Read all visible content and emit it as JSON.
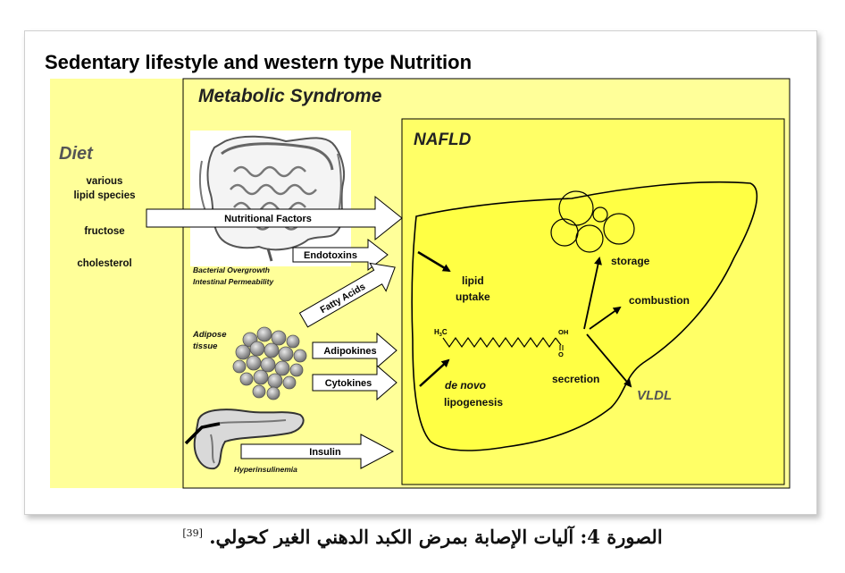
{
  "title": "Sedentary lifestyle and western type Nutrition",
  "metabolic_syndrome": "Metabolic Syndrome",
  "nafld": "NAFLD",
  "diet": {
    "heading": "Diet",
    "item1_line1": "various",
    "item1_line2": "lipid species",
    "item2": "fructose",
    "item3": "cholesterol"
  },
  "arrows": {
    "nutritional_factors": "Nutritional Factors",
    "endotoxins": "Endotoxins",
    "fatty_acids": "Fatty Acids",
    "adipokines": "Adipokines",
    "cytokines": "Cytokines",
    "insulin": "Insulin"
  },
  "labels": {
    "bacterial_line1": "Bacterial Overgrowth",
    "bacterial_line2": "Intestinal Permeability",
    "adipose_line1": "Adipose",
    "adipose_line2": "tissue",
    "hyperinsulinemia": "Hyperinsulinemia"
  },
  "liver": {
    "lipid_line1": "lipid",
    "lipid_line2": "uptake",
    "storage": "storage",
    "combustion": "combustion",
    "secretion": "secretion",
    "vldl": "VLDL",
    "denovo_line1": "de novo",
    "denovo_line2": "lipogenesis",
    "h3c_h": "H",
    "h3c_3": "3",
    "h3c_c": "C",
    "oh": "OH",
    "o": "O"
  },
  "caption": {
    "text": "الصورة 4: آليات الإصابة بمرض الكبد الدهني الغير كحولي.",
    "ref": "[39]"
  },
  "colors": {
    "outer_yellow": "#ffff99",
    "nafld_yellow": "#ffff66",
    "liver_yellow": "#ffff44",
    "heading_gray": "#555555"
  }
}
